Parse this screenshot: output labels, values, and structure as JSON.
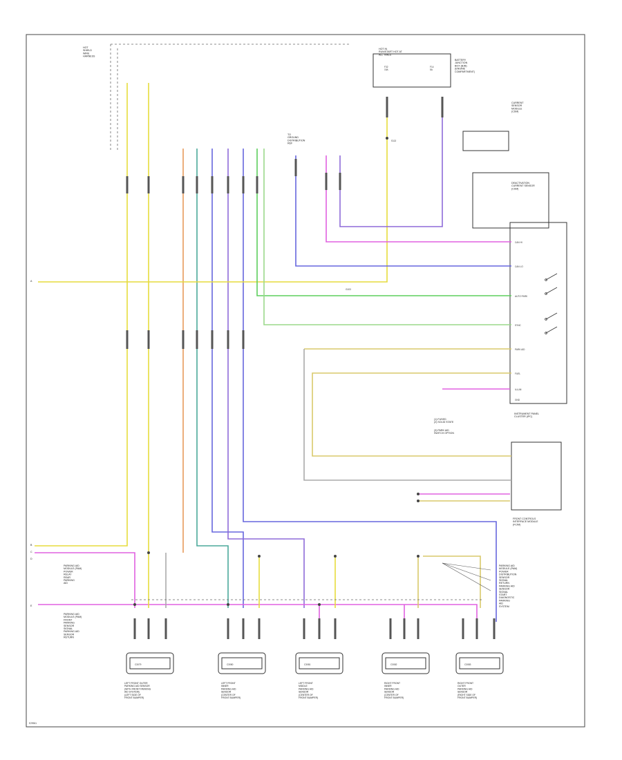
{
  "page": {
    "figure_id": "E29961"
  },
  "colors": {
    "yellow": "#e6dc3c",
    "tan": "#d8c96a",
    "orange": "#e79a5a",
    "teal": "#4aa89a",
    "blue": "#6666dd",
    "violet": "#8d6ad8",
    "pink": "#e060e0",
    "green": "#5ccf5c",
    "lightgreen": "#9ad98a",
    "grey": "#aaaaaa",
    "frame": "#444444"
  },
  "top": {
    "shield_label": "HOT\nSHIELD\nWIRE\nHARNESS",
    "fuse_box_title": "HOT IN\nRUN/START   HOT AT\nALL TIMES",
    "fuse_box_side": "BATTERY\nJUNCTION\nBOX (BJB)\n(ENGINE\nCOMPARTMENT)",
    "fuse_left": "F32\n15A",
    "fuse_right": "F14\n5A",
    "splice": "S113",
    "ground_note": "TO\nGROUND\nDISTRIBUTION\nREF",
    "cm_right_label": "CURRENT\nSENSOR\nMODULE\n(CSM)",
    "current_sensor_label": "DEACTIVATION\nCURRENT SENSOR\n(CSM)",
    "ground_bar_label": "G103"
  },
  "left_marks": {
    "m1": "A",
    "m2": "B",
    "m3": "C",
    "m4": "D",
    "m5": "E",
    "side_label": "PARKING AID\nMODULE (PAM)\nPOWER\nRELAY\nREAR\nPARKING\nAID"
  },
  "module": {
    "title": "INSTRUMENT PANEL\nCLUSTER (IPC)",
    "sub": "(1) FUSED\n(2) SOLID STATE",
    "ref": "(3) PARK AID\nSWITCH OPTION",
    "bottom_label": "FRONT CONTROLS\nINTERFACE MODULE\n(FCIM)",
    "rows": [
      "CAN HI",
      "CAN LO",
      "AUTO PARK",
      "SYNC",
      "PARK AID",
      "FUEL",
      "ILLUM",
      "GND"
    ]
  },
  "sensors": [
    {
      "id": "C3079",
      "label": "LEFT FRONT OUTER\nPARKING AID SENSOR\n(WITH FRONT PARKING\nAID SYSTEM)\n(LEFT SIDE OF\nFRONT BUMPER)"
    },
    {
      "id": "C3080",
      "label": "LEFT FRONT\nINNER\nPARKING AID\nSENSOR\n(CENTER OF\nFRONT BUMPER)"
    },
    {
      "id": "C3081",
      "label": "LEFT FRONT\nMIDDLE\nPARKING AID\nSENSOR\n(CENTER OF\nFRONT BUMPER)"
    },
    {
      "id": "C3082",
      "label": "RIGHT FRONT\nINNER\nPARKING AID\nSENSOR\n(CENTER OF\nFRONT BUMPER)"
    },
    {
      "id": "C3083",
      "label": "RIGHT FRONT\nOUTER\nPARKING AID\nSENSOR\n(RIGHT SIDE OF\nFRONT BUMPER)"
    }
  ],
  "notes": {
    "right_note": "PARKING AID\nMODULE (PAM)\nPOWER\nDISTRIBUTION\nSENSOR\nSIGNAL\nRETURN\nPARKING AID\nSENSOR\nSIGNAL\nSTART\nDIAGNOSTIC\nPARKING\nAID\nSYSTEM",
    "left_note": "PARKING AID\nMODULE (PAM)\nFRONT\nPARKING\nSENSOR\nSIGNAL\nPARKING AID\nSENSOR\nRETURN"
  }
}
